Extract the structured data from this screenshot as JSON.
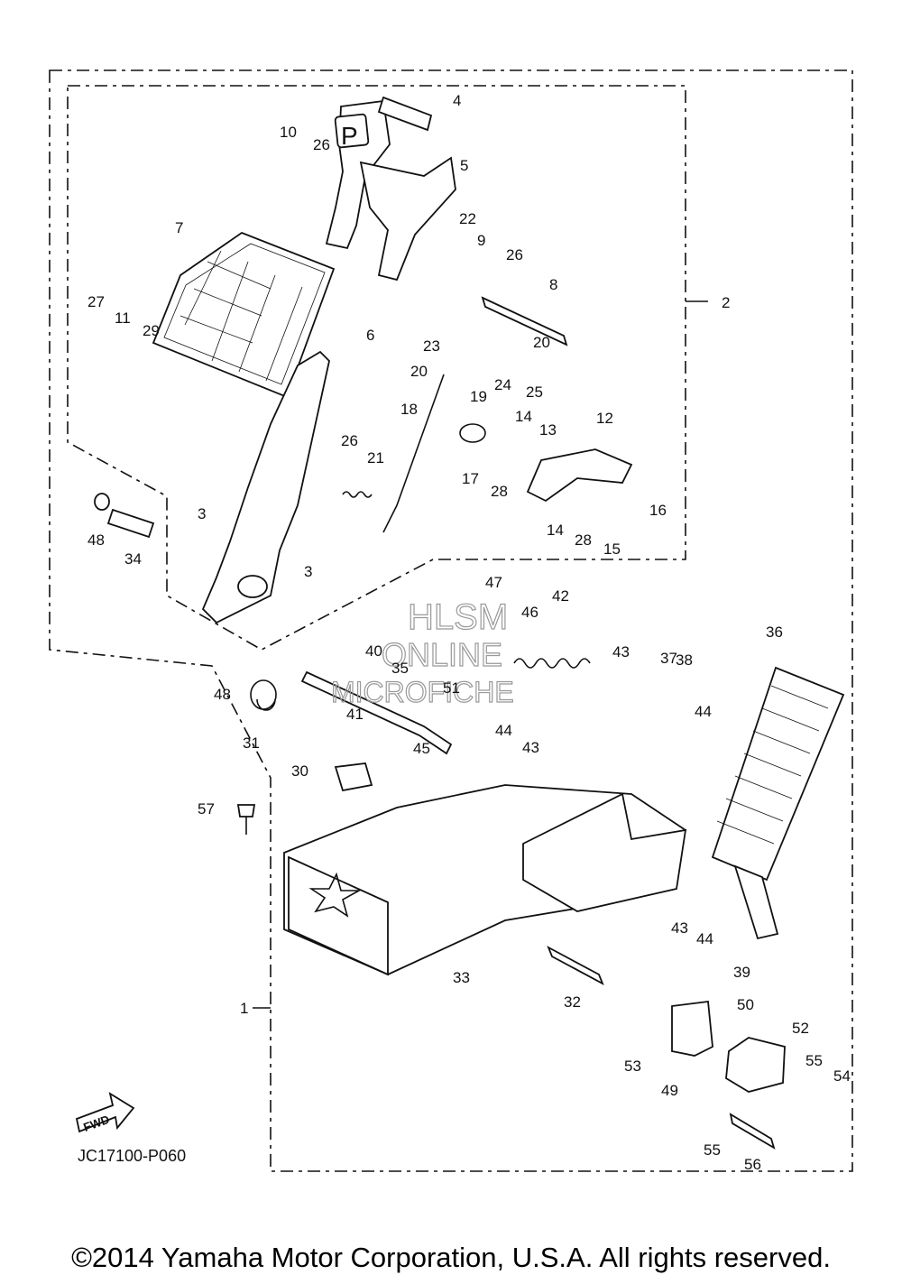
{
  "callouts": [
    "1",
    "2",
    "3",
    "4",
    "5",
    "6",
    "7",
    "8",
    "9",
    "10",
    "11",
    "12",
    "13",
    "14",
    "15",
    "16",
    "17",
    "18",
    "19",
    "20",
    "21",
    "22",
    "23",
    "24",
    "25",
    "26",
    "27",
    "28",
    "29",
    "30",
    "31",
    "32",
    "33",
    "34",
    "35",
    "36",
    "37",
    "38",
    "39",
    "40",
    "41",
    "42",
    "43",
    "44",
    "45",
    "46",
    "47",
    "48",
    "49",
    "50",
    "51",
    "52",
    "53",
    "54",
    "55",
    "56",
    "57"
  ],
  "watermark": {
    "line1": "HLSM",
    "line2": "ONLINE",
    "line3": "MICROFICHE"
  },
  "fwd_badge": "FWD",
  "diagram_code": "JC17100-P060",
  "copyright": "©2014 Yamaha Motor Corporation, U.S.A. All rights reserved."
}
